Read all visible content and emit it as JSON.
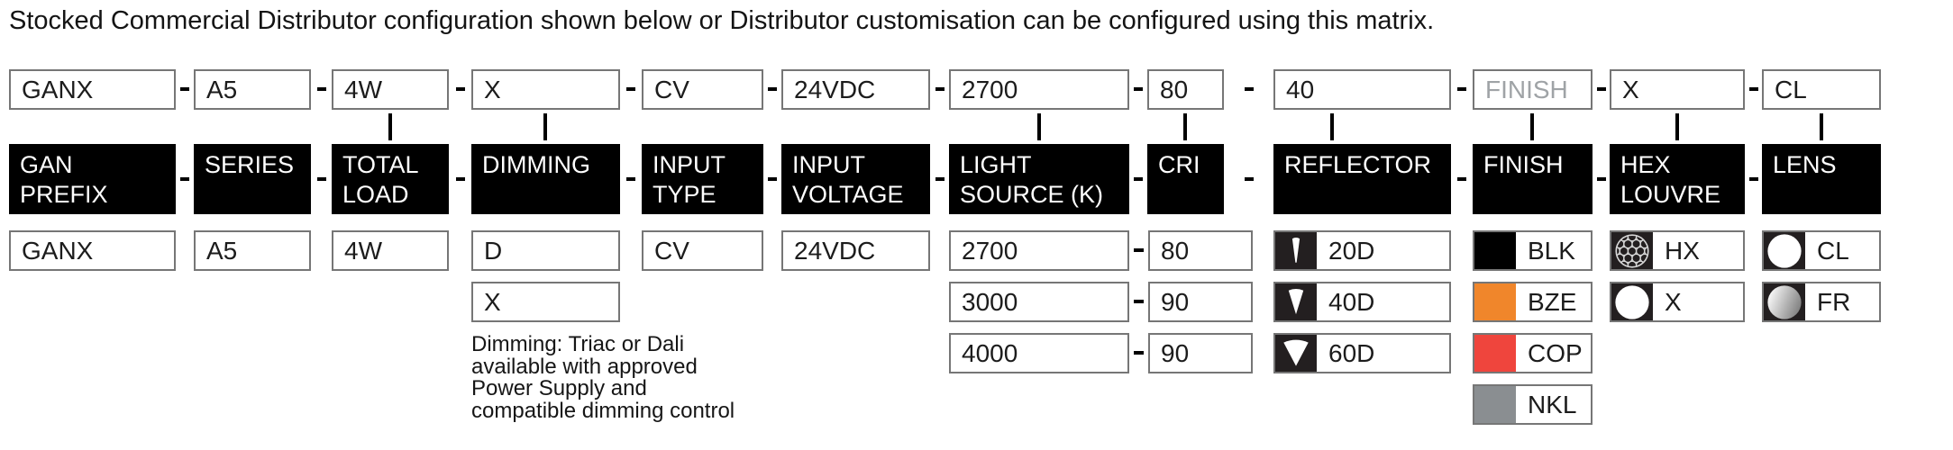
{
  "title": "Stocked Commercial Distributor configuration shown below or Distributor customisation can be configured using this matrix.",
  "colors": {
    "header_bg": "#000000",
    "icon_tile_bg": "#231F20",
    "muted_code_text": "#9FA3A6",
    "finish_black": "#000000",
    "finish_bronze": "#F0862B",
    "finish_copper": "#EF453D",
    "finish_nickel": "#8A8E91"
  },
  "columns": [
    {
      "id": "gan-prefix",
      "top_code": "GANX",
      "header_lines": [
        "GAN",
        "PREFIX"
      ],
      "options": [
        {
          "label": "GANX"
        }
      ]
    },
    {
      "id": "series",
      "top_code": "A5",
      "header_lines": [
        "SERIES"
      ],
      "options": [
        {
          "label": "A5"
        }
      ]
    },
    {
      "id": "total-load",
      "top_code": "4W",
      "header_lines": [
        "TOTAL",
        "LOAD"
      ],
      "options": [
        {
          "label": "4W"
        }
      ]
    },
    {
      "id": "dimming",
      "top_code": "X",
      "header_lines": [
        "DIMMING"
      ],
      "options": [
        {
          "label": "D"
        },
        {
          "label": "X"
        }
      ],
      "note_lines": [
        "Dimming: Triac or Dali",
        "available with approved",
        "Power Supply and",
        "compatible dimming control"
      ]
    },
    {
      "id": "input-type",
      "top_code": "CV",
      "header_lines": [
        "INPUT",
        "TYPE"
      ],
      "options": [
        {
          "label": "CV"
        }
      ]
    },
    {
      "id": "input-voltage",
      "top_code": "24VDC",
      "header_lines": [
        "INPUT",
        "VOLTAGE"
      ],
      "options": [
        {
          "label": "24VDC"
        }
      ]
    },
    {
      "id": "light-source",
      "top_code": "2700",
      "header_lines": [
        "LIGHT",
        "SOURCE (K)"
      ],
      "options": [
        {
          "label": "2700"
        },
        {
          "label": "3000"
        },
        {
          "label": "4000"
        }
      ]
    },
    {
      "id": "cri",
      "top_code": "80",
      "header_lines": [
        "CRI"
      ],
      "options": [
        {
          "label": "80",
          "dash_before": true
        },
        {
          "label": "90",
          "dash_before": true
        },
        {
          "label": "90",
          "dash_before": true
        }
      ]
    },
    {
      "id": "reflector",
      "top_code": "40",
      "header_lines": [
        "REFLECTOR"
      ],
      "options": [
        {
          "label": "20D",
          "icon": "beam-20d"
        },
        {
          "label": "40D",
          "icon": "beam-40d"
        },
        {
          "label": "60D",
          "icon": "beam-60d"
        }
      ]
    },
    {
      "id": "finish",
      "top_code": "FINISH",
      "top_code_muted": true,
      "header_lines": [
        "FINISH"
      ],
      "options": [
        {
          "label": "BLK",
          "swatch": "#000000"
        },
        {
          "label": "BZE",
          "swatch": "#F0862B"
        },
        {
          "label": "COP",
          "swatch": "#EF453D"
        },
        {
          "label": "NKL",
          "swatch": "#8A8E91"
        }
      ]
    },
    {
      "id": "hex-louvre",
      "top_code": "X",
      "header_lines": [
        "HEX",
        "LOUVRE"
      ],
      "options": [
        {
          "label": "HX",
          "icon": "hex-mesh"
        },
        {
          "label": "X",
          "icon": "circle-clear"
        }
      ]
    },
    {
      "id": "lens",
      "top_code": "CL",
      "header_lines": [
        "LENS"
      ],
      "options": [
        {
          "label": "CL",
          "icon": "circle-clear"
        },
        {
          "label": "FR",
          "icon": "circle-frosted"
        }
      ]
    }
  ]
}
